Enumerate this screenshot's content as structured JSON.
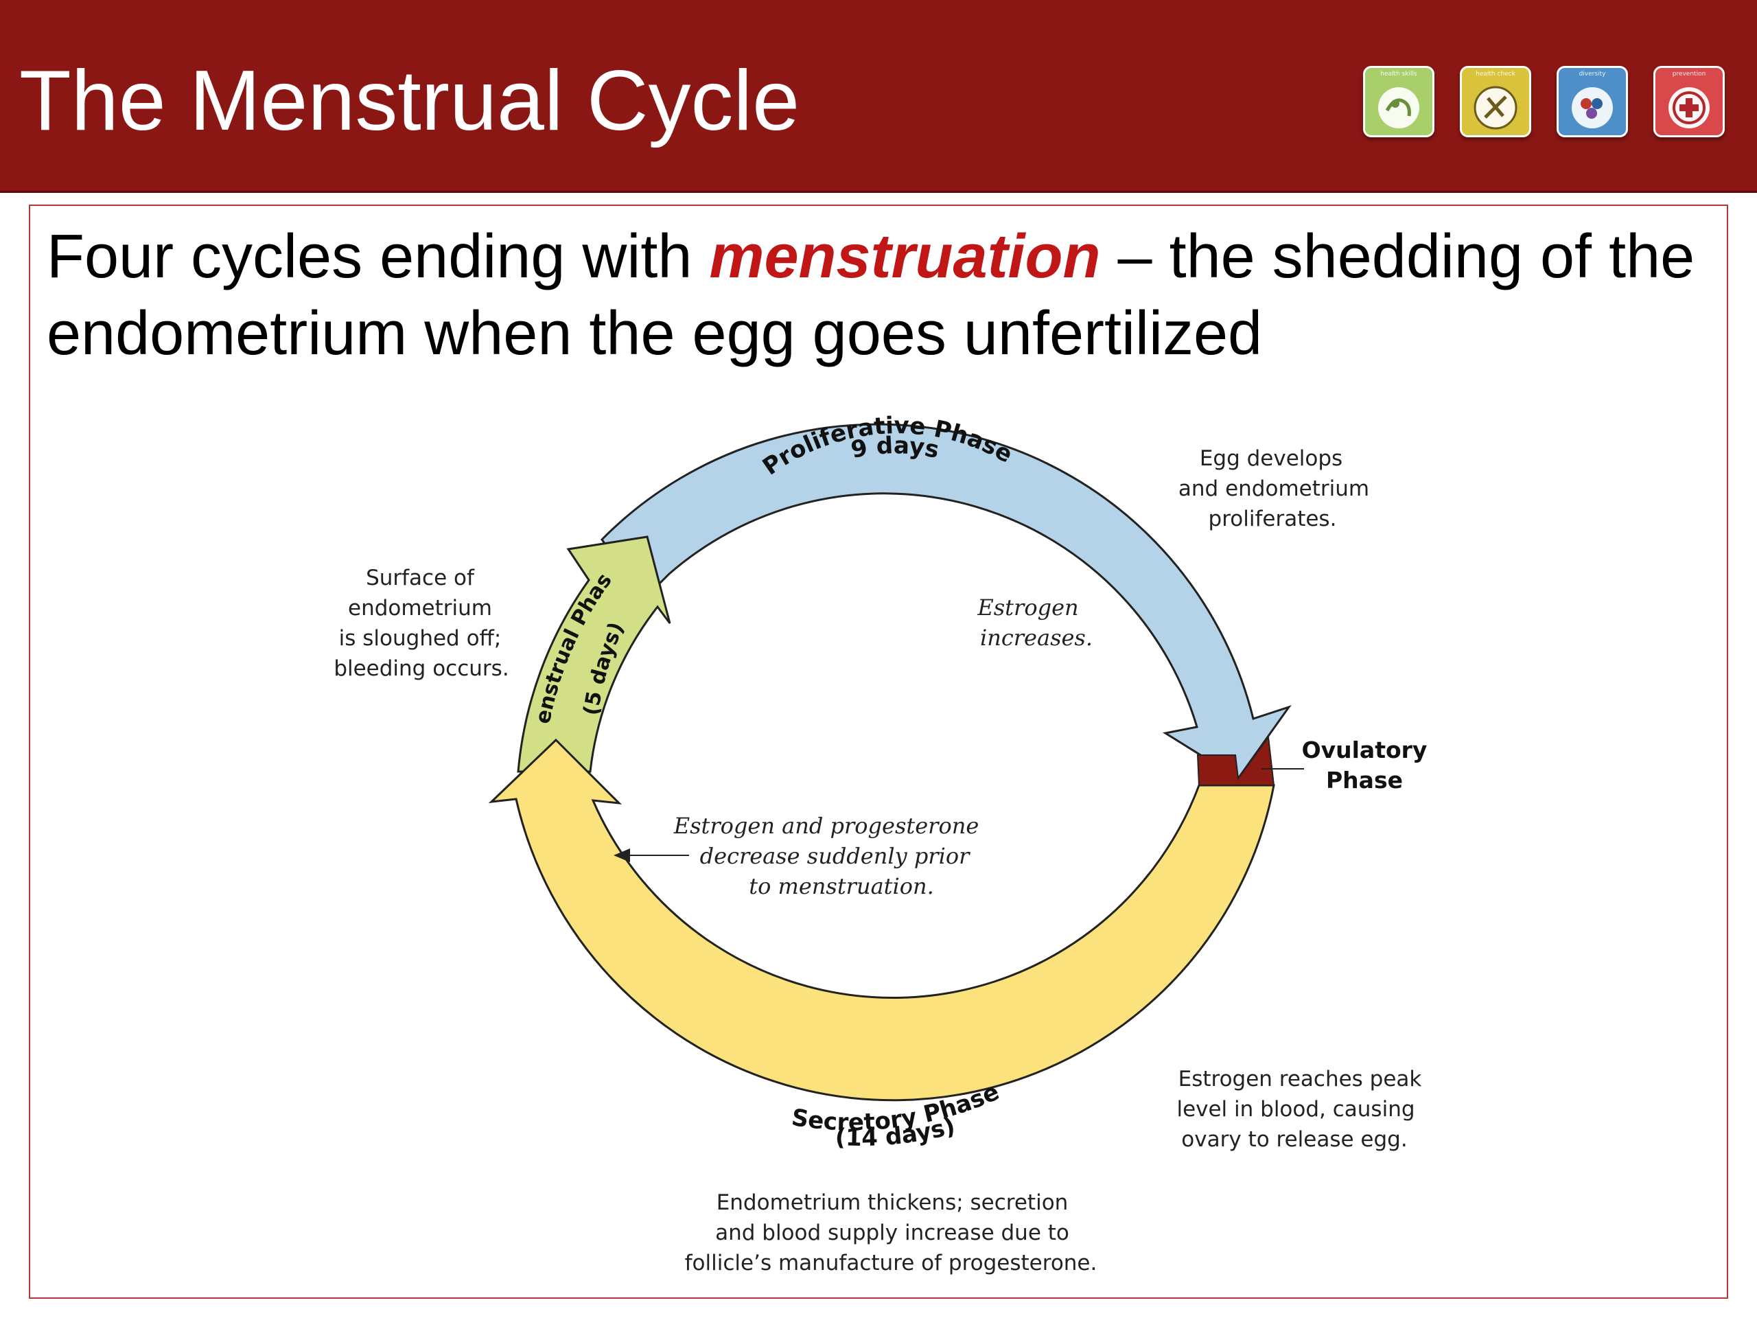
{
  "slide": {
    "title": "The Menstrual Cycle",
    "subtitle_before": "Four cycles ending with ",
    "subtitle_emphasis": "menstruation",
    "subtitle_after": " – the shedding of the endometrium when the egg goes unfertilized"
  },
  "badges": [
    {
      "label": "health skills",
      "icon": "health-skills-icon",
      "color": "#a8cf6a"
    },
    {
      "label": "health check",
      "icon": "health-check-icon",
      "color": "#d9c33c"
    },
    {
      "label": "diversity",
      "icon": "diversity-icon",
      "color": "#4e8ec9"
    },
    {
      "label": "prevention",
      "icon": "prevention-icon",
      "color": "#d9484a"
    }
  ],
  "diagram": {
    "phases": {
      "proliferative": {
        "name": "Proliferative Phase",
        "duration": "(9 days)",
        "color": "#b5d3e8"
      },
      "menstrual": {
        "name": "Menstrual Phase",
        "duration": "(5 days)",
        "color": "#d3df86"
      },
      "secretory": {
        "name": "Secretory Phase",
        "duration": "(14 days)",
        "color": "#fbe27c"
      },
      "ovulatory": {
        "line1": "Ovulatory",
        "line2": "Phase",
        "color": "#8a1a12"
      }
    },
    "annotations": {
      "egg_develops": [
        "Egg develops",
        "and endometrium",
        "proliferates."
      ],
      "surface": [
        "Surface of",
        "endometrium",
        "is sloughed off;",
        "bleeding occurs."
      ],
      "estrogen_increases": [
        "Estrogen",
        "increases."
      ],
      "estrogen_progesterone": [
        "Estrogen and progesterone",
        "decrease suddenly prior",
        "to menstruation."
      ],
      "estrogen_peak": [
        "Estrogen reaches peak",
        "level in blood, causing",
        "ovary to release egg."
      ],
      "endometrium_thickens": [
        "Endometrium thickens; secretion",
        "and blood supply increase due to",
        "follicle’s manufacture of progesterone."
      ]
    }
  }
}
